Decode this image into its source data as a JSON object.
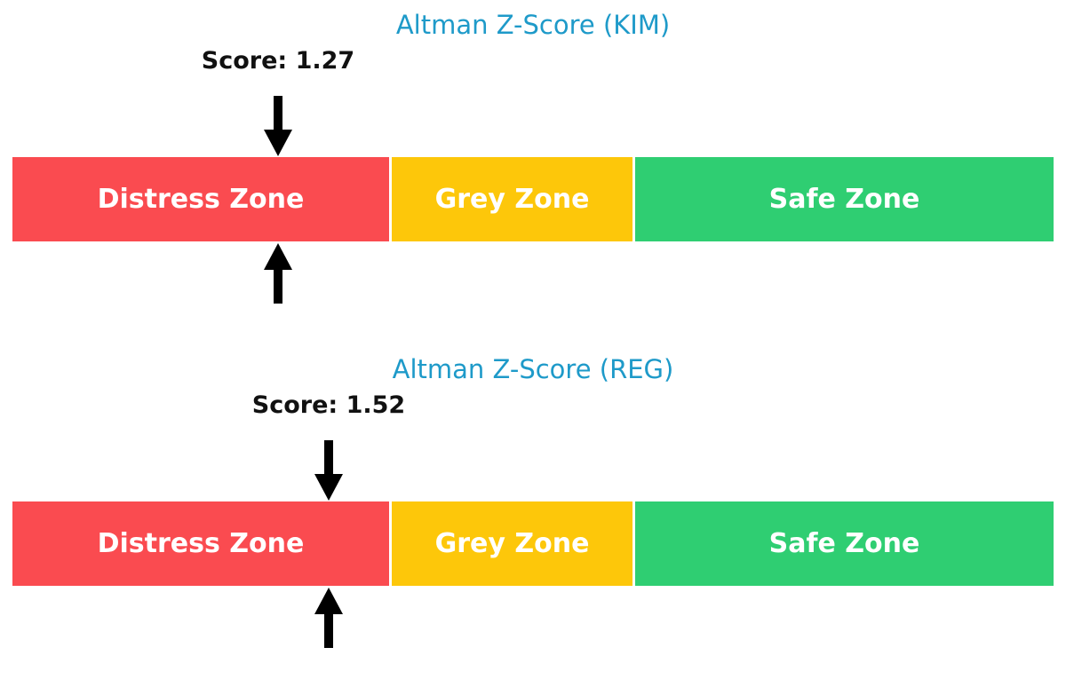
{
  "figure": {
    "background": "#FFFFFF",
    "title_color": "#1E9AC9",
    "score_text_color": "#111111",
    "zone_label_color": "#FFFFFF",
    "arrow_color": "#000000"
  },
  "chart_data": [
    {
      "type": "bar",
      "subtype": "zone-indicator-bar",
      "title": "Altman Z-Score (KIM)",
      "score": 1.27,
      "score_label": "Score: 1.27",
      "marker_position_pct": 25.5,
      "grid": false,
      "legend": "none",
      "zones": [
        {
          "label": "Distress Zone",
          "color": "#FA4B50",
          "width_pct": 36.2
        },
        {
          "label": "Grey Zone",
          "color": "#FDC70A",
          "width_pct": 23.1
        },
        {
          "label": "Safe Zone",
          "color": "#2FCE72",
          "width_pct": 40.2
        }
      ]
    },
    {
      "type": "bar",
      "subtype": "zone-indicator-bar",
      "title": "Altman Z-Score (REG)",
      "score": 1.52,
      "score_label": "Score: 1.52",
      "marker_position_pct": 30.4,
      "grid": false,
      "legend": "none",
      "zones": [
        {
          "label": "Distress Zone",
          "color": "#FA4B50",
          "width_pct": 36.2
        },
        {
          "label": "Grey Zone",
          "color": "#FDC70A",
          "width_pct": 23.1
        },
        {
          "label": "Safe Zone",
          "color": "#2FCE72",
          "width_pct": 40.2
        }
      ]
    }
  ]
}
